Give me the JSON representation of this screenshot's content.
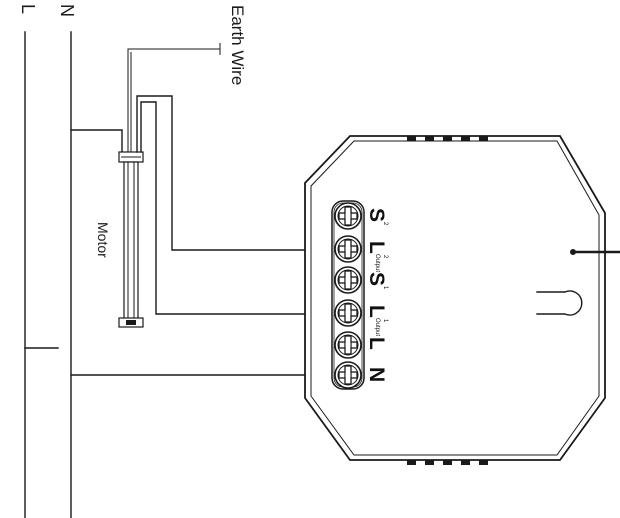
{
  "labels": {
    "line": "L",
    "neutral": "N",
    "earth_wire": "Earth Wire",
    "motor": "Motor"
  },
  "terminals": [
    {
      "main": "S",
      "sup": "2",
      "sub": ""
    },
    {
      "main": "L",
      "sup": "2",
      "sub": "Output"
    },
    {
      "main": "S",
      "sup": "1",
      "sub": ""
    },
    {
      "main": "L",
      "sup": "1",
      "sub": "Output"
    },
    {
      "main": "L",
      "sup": "",
      "sub": ""
    },
    {
      "main": "N",
      "sup": "",
      "sub": ""
    }
  ]
}
